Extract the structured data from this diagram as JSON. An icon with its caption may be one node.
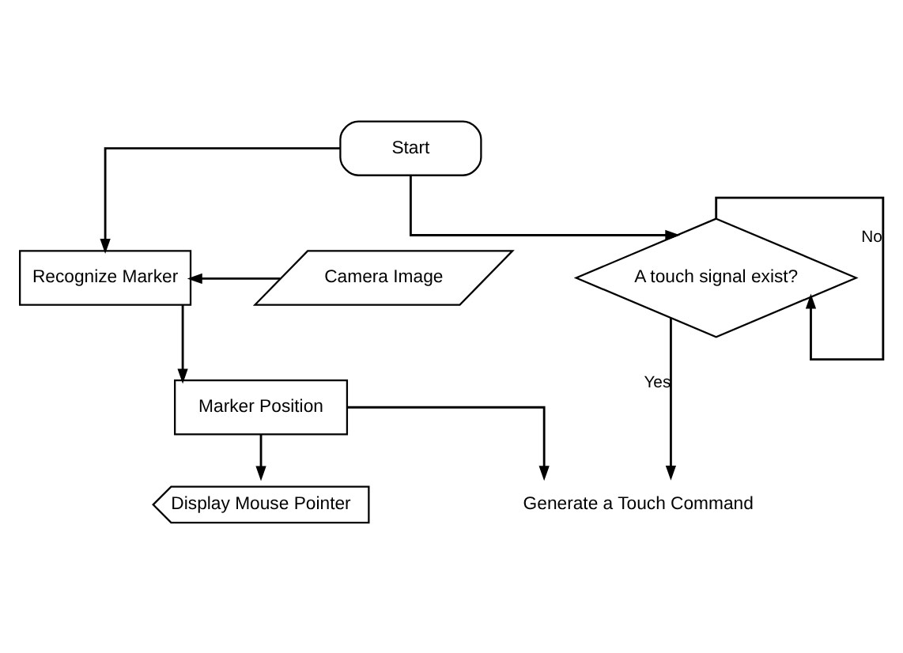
{
  "diagram": {
    "nodes": [
      {
        "text": [
          "Start"
        ]
      },
      {
        "text": [
          "Camera Image"
        ]
      },
      {
        "text": [
          "Recognize Marker"
        ]
      },
      {
        "text": [
          "Marker Position"
        ]
      },
      {
        "text": [
          "A touch signal exist?"
        ]
      },
      {
        "text": [
          "Display Mouse Pointer"
        ]
      },
      {
        "text": [
          "Generate a Touch Command"
        ]
      }
    ],
    "edges": [
      {
        "from": 0,
        "to": 2,
        "arrow": "to"
      },
      {
        "from": 0,
        "to": 4,
        "arrow": "to"
      },
      {
        "from": 1,
        "to": 2,
        "arrow": "to"
      },
      {
        "from": 2,
        "to": 3,
        "arrow": "to"
      },
      {
        "from": 4,
        "to": 4,
        "arrow": "to",
        "label": "No"
      },
      {
        "from": 3,
        "to": 5,
        "arrow": "to"
      },
      {
        "from": 3,
        "to": 6,
        "arrow": "to"
      },
      {
        "from": 4,
        "to": 6,
        "arrow": "to",
        "label": "Yes"
      }
    ]
  }
}
